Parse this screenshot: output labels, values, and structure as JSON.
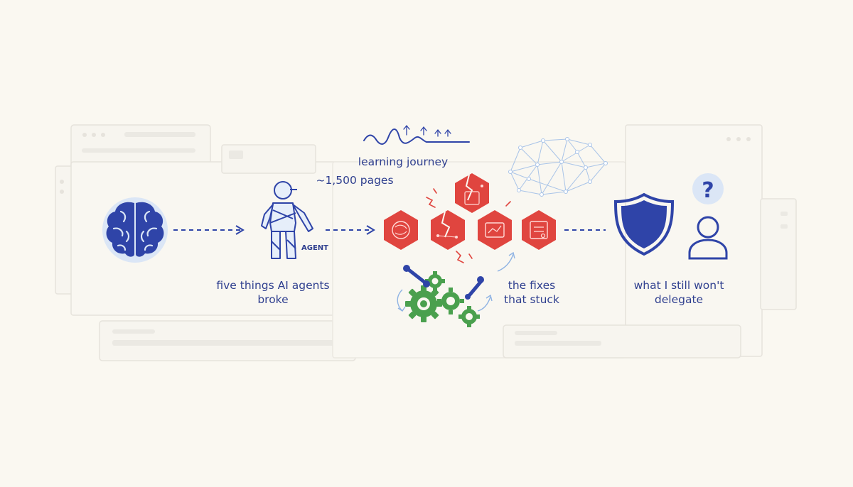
{
  "labels": {
    "learning_journey": "learning journey",
    "pages": "~1,500 pages",
    "agent_tag": "AGENT",
    "five_things": "five things AI agents\nbroke",
    "fixes": "the fixes\nthat stuck",
    "delegate": "what I still won't\ndelegate",
    "question_mark": "?"
  },
  "colors": {
    "background": "#faf8f1",
    "primary_blue": "#2f44a8",
    "light_blue": "#a9c4e8",
    "red": "#e0453f",
    "green": "#4aa04e",
    "frame_border": "#e4e2dc"
  },
  "icons": [
    "brain-icon",
    "robot-agent-icon",
    "broken-hexagon-icons",
    "gears-wrenches-icon",
    "network-mesh-icon",
    "shield-icon",
    "person-question-icon"
  ]
}
